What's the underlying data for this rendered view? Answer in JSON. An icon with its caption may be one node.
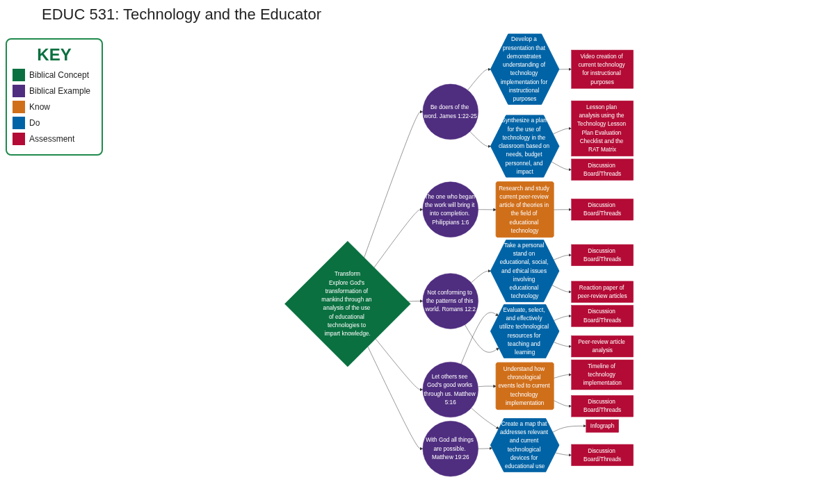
{
  "diagram": {
    "title": "EDUC 531: Technology and the Educator",
    "nodes": [
      {
        "text": [
          "Transform",
          "Explore God's transformation of mankind through an analysis of the use of educational technologies to impart knowledge."
        ]
      },
      {
        "text": [
          "Be doers of the word. James 1:22-25"
        ]
      },
      {
        "text": [
          "Develop a presentation that demonstrates understanding of technology implementation for instructional purposes"
        ]
      },
      {
        "text": [
          "Video creation of current technology for instructional purposes"
        ]
      },
      {
        "text": [
          "Synthesize a plan for the use of technology in the classroom based on needs, budget personnel, and impact"
        ]
      },
      {
        "text": [
          "Lesson plan analysis using the Technology Lesson Plan Evaluation Checklist and the RAT Matrix"
        ]
      },
      {
        "text": [
          "Discussion Board/Threads"
        ]
      },
      {
        "text": [
          "The one who began the work will bring it into completion. Philippians 1:6"
        ]
      },
      {
        "text": [
          "Research and study current peer-review article of theories in the field of educational technology"
        ]
      },
      {
        "text": [
          "Discussion Board/Threads"
        ]
      },
      {
        "text": [
          "Not conforming to the patterns of this world. Romans 12:2"
        ]
      },
      {
        "text": [
          "Take a personal stand on educational, social, and ethical issues involving educational technology"
        ]
      },
      {
        "text": [
          "Discussion Board/Threads"
        ]
      },
      {
        "text": [
          "Reaction paper of peer-review articles"
        ]
      },
      {
        "text": [
          "With God all things are possible. Matthew 19:26"
        ]
      },
      {
        "text": [
          "Create a map that addresses relevant and current technological devices for educational use"
        ]
      },
      {
        "text": [
          "Infograph"
        ]
      },
      {
        "text": [
          "Discussion Board/Threads"
        ]
      },
      {
        "text": [
          "Let others see God's good works through us. Matthew 5:16"
        ]
      },
      {
        "text": [
          "Understand how chronological events led to current technology implementation"
        ]
      },
      {
        "text": [
          "Timeline of technology implementation"
        ]
      },
      {
        "text": [
          "Discussion Board/Threads"
        ]
      },
      {
        "text": [
          "Evaluate, select, and effectively utilize technological resources for teaching and learning"
        ]
      },
      {
        "text": [
          "Discussion Board/Threads"
        ]
      },
      {
        "text": [
          "Peer-review article analysis"
        ]
      }
    ],
    "edges": [
      {
        "from": 0,
        "to": 1,
        "arrow": "to"
      },
      {
        "from": 0,
        "to": 7,
        "arrow": "to"
      },
      {
        "from": 0,
        "to": 10,
        "arrow": "to"
      },
      {
        "from": 0,
        "to": 18,
        "arrow": "to"
      },
      {
        "from": 0,
        "to": 14,
        "arrow": "to"
      },
      {
        "from": 1,
        "to": 2,
        "arrow": "to"
      },
      {
        "from": 1,
        "to": 4,
        "arrow": "to"
      },
      {
        "from": 2,
        "to": 3,
        "arrow": "to"
      },
      {
        "from": 4,
        "to": 5,
        "arrow": "to"
      },
      {
        "from": 4,
        "to": 6,
        "arrow": "to"
      },
      {
        "from": 7,
        "to": 8,
        "arrow": "to"
      },
      {
        "from": 8,
        "to": 9,
        "arrow": "to"
      },
      {
        "from": 10,
        "to": 22,
        "arrow": "to"
      },
      {
        "from": 10,
        "to": 11,
        "arrow": "to"
      },
      {
        "from": 11,
        "to": 12,
        "arrow": "to"
      },
      {
        "from": 11,
        "to": 13,
        "arrow": "to"
      },
      {
        "from": 14,
        "to": 15,
        "arrow": "to"
      },
      {
        "from": 15,
        "to": 16,
        "arrow": "to"
      },
      {
        "from": 15,
        "to": 17,
        "arrow": "to"
      },
      {
        "from": 18,
        "to": 15,
        "arrow": "to"
      },
      {
        "from": 18,
        "to": 19,
        "arrow": "to"
      },
      {
        "from": 18,
        "to": 22,
        "arrow": "to"
      },
      {
        "from": 19,
        "to": 20,
        "arrow": "to"
      },
      {
        "from": 19,
        "to": 21,
        "arrow": "to"
      },
      {
        "from": 22,
        "to": 23,
        "arrow": "to"
      },
      {
        "from": 22,
        "to": 24,
        "arrow": "to"
      }
    ],
    "labels": [
      "KEY"
    ],
    "legend": [
      {
        "text": "Biblical Concept",
        "color": "#0a7040"
      },
      {
        "text": "Biblical Example",
        "color": "#4f2d7f"
      },
      {
        "text": "Know",
        "color": "#d06f1a"
      },
      {
        "text": "Do",
        "color": "#0063a6"
      },
      {
        "text": "Assessment",
        "color": "#b30b35"
      }
    ]
  }
}
